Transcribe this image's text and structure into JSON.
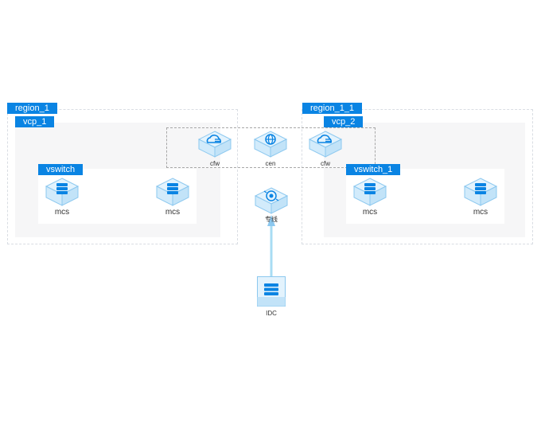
{
  "regions": [
    {
      "label": "region_1"
    },
    {
      "label": "region_1_1"
    }
  ],
  "vcps": [
    {
      "label": "vcp_1"
    },
    {
      "label": "vcp_2"
    }
  ],
  "vswitches": [
    {
      "label": "vswitch"
    },
    {
      "label": "vswitch_1"
    }
  ],
  "nodes": {
    "mcs_1": {
      "label": "mcs",
      "icon": "server-icon"
    },
    "mcs_2": {
      "label": "mcs",
      "icon": "server-icon"
    },
    "mcs_3": {
      "label": "mcs",
      "icon": "server-icon"
    },
    "mcs_4": {
      "label": "mcs",
      "icon": "server-icon"
    },
    "cfw_1": {
      "label": "cfw",
      "icon": "cloud-firewall-icon"
    },
    "cen": {
      "label": "cen",
      "icon": "globe-icon"
    },
    "cfw_2": {
      "label": "cfw",
      "icon": "cloud-firewall-icon"
    },
    "express": {
      "label": "专线",
      "icon": "express-connect-icon"
    },
    "idc": {
      "label": "IDC",
      "icon": "idc-icon"
    }
  },
  "colors": {
    "tag": "#0a84e3",
    "icon_blue": "#0a84e3",
    "icon_face": "#e3f3fd",
    "icon_edge": "#8cc8ef",
    "link": "#a8dcf3"
  }
}
